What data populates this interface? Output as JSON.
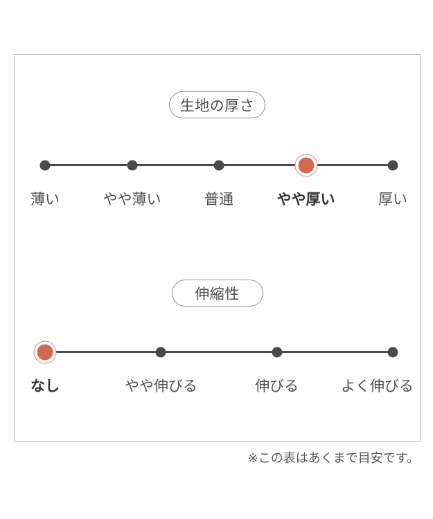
{
  "note": "※この表はあくまで目安です。",
  "colors": {
    "accent": "#d2694f",
    "accent_ring": "#cb8d7e",
    "line": "#4a4a4a",
    "label": "#4f4f4f",
    "label_selected": "#333333",
    "frame_border": "#b2b2b2",
    "pill_border": "#8f8f8f"
  },
  "scales": [
    {
      "title": "生地の厚さ",
      "selected_value": "やや厚い",
      "options": [
        {
          "label": "薄い",
          "selected": false
        },
        {
          "label": "やや薄い",
          "selected": false
        },
        {
          "label": "普通",
          "selected": false
        },
        {
          "label": "やや厚い",
          "selected": true
        },
        {
          "label": "厚い",
          "selected": false
        }
      ]
    },
    {
      "title": "伸縮性",
      "selected_value": "なし",
      "options": [
        {
          "label": "なし",
          "selected": true
        },
        {
          "label": "やや伸びる",
          "selected": false
        },
        {
          "label": "伸びる",
          "selected": false
        },
        {
          "label": "よく伸びる",
          "selected": false
        }
      ]
    }
  ]
}
